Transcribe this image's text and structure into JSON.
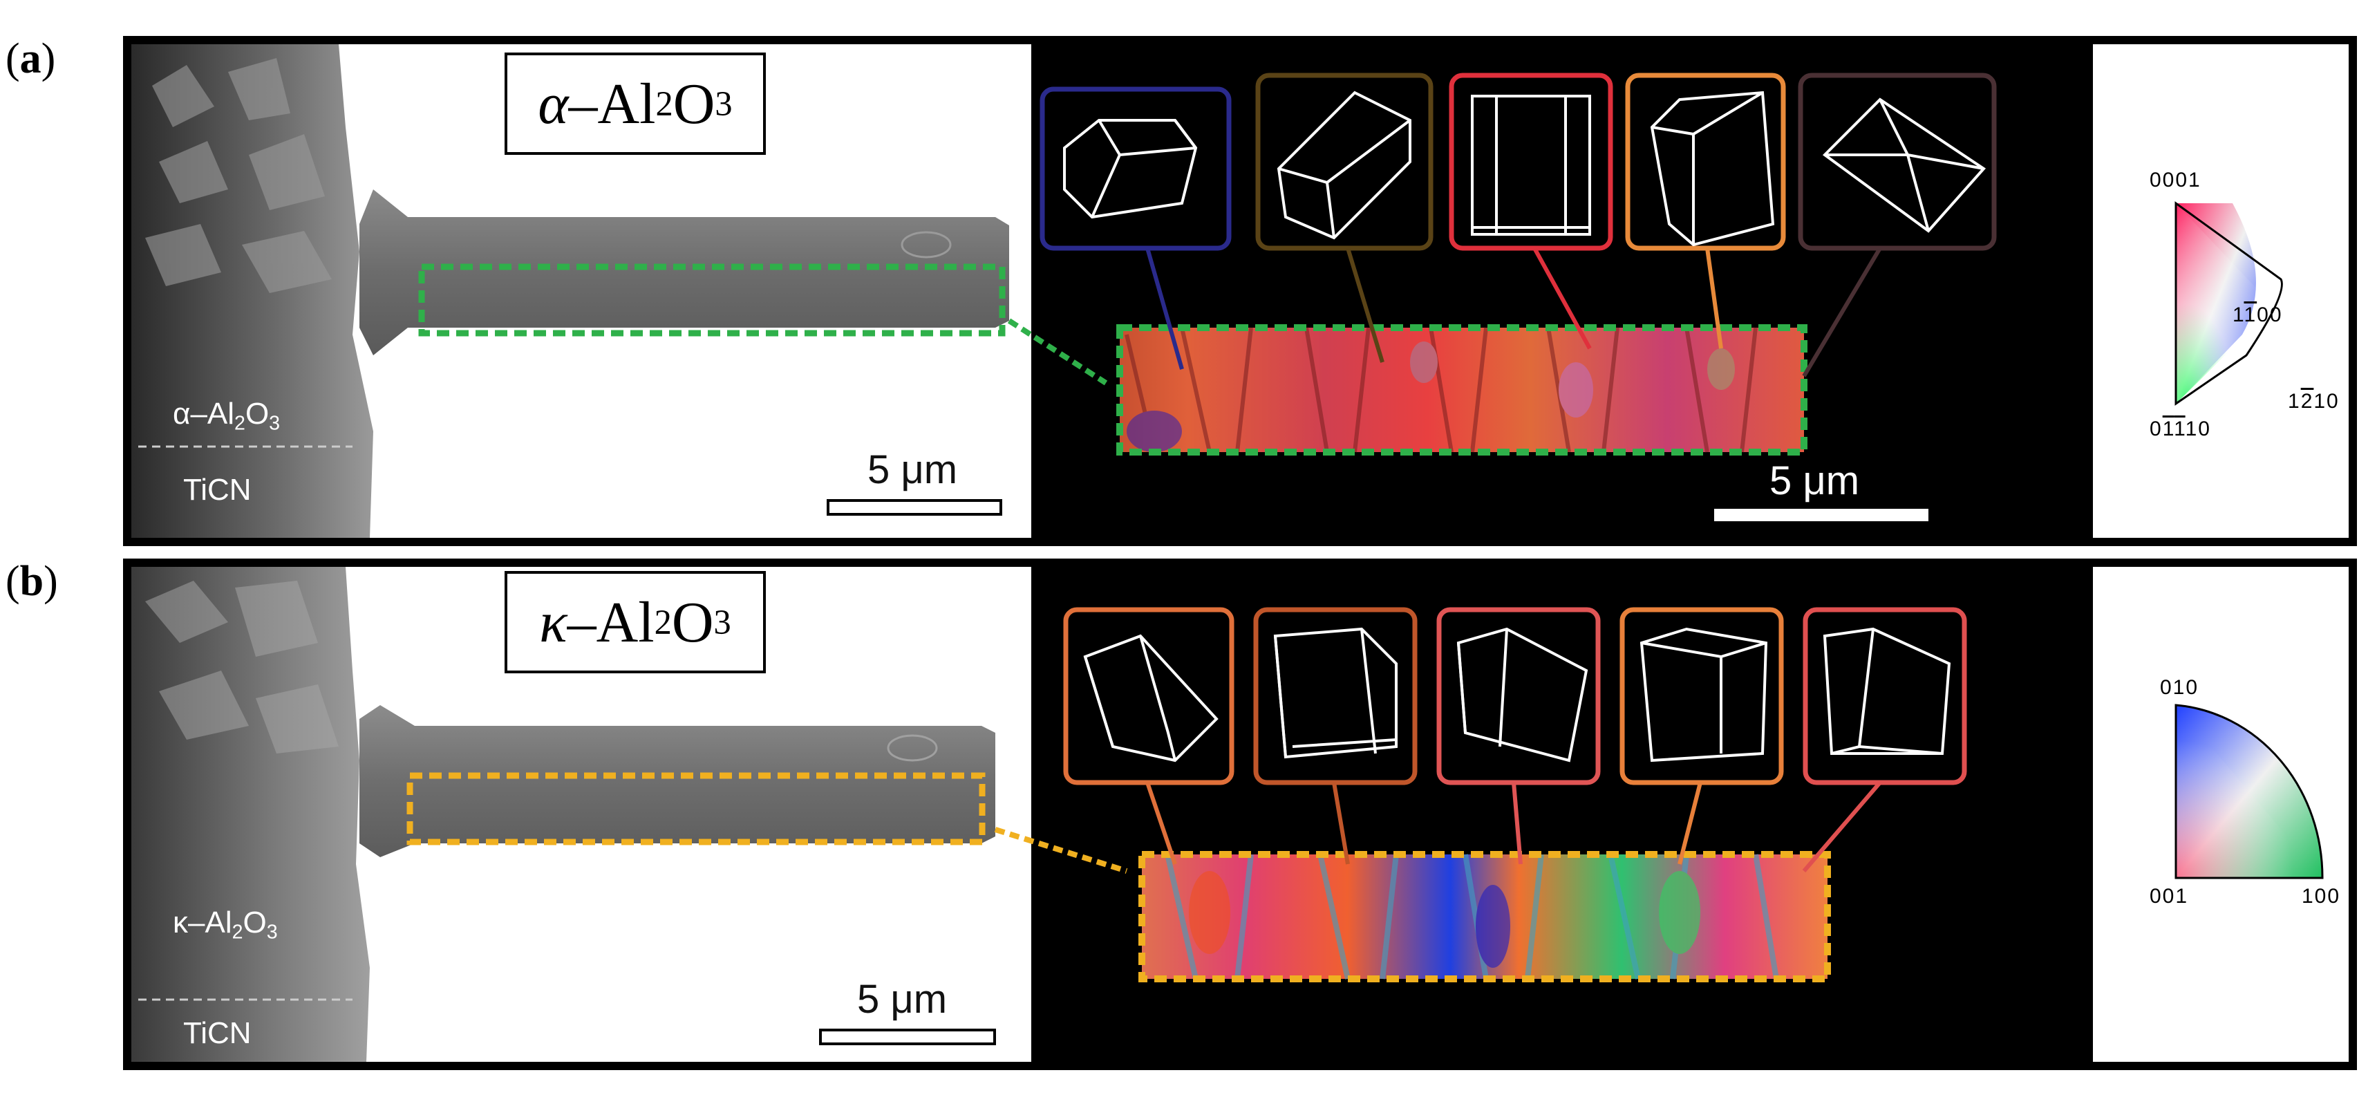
{
  "figure": {
    "panels": [
      {
        "label": "(a)",
        "letter": "a",
        "phase_symbol": "α",
        "title_rest": "–Al",
        "sub2": "2",
        "o": "O",
        "sub3": "3",
        "layer_top": "α–Al",
        "layer_bottom": "TiCN",
        "sem_scale": "5 μm",
        "map_scale": "5 μm",
        "ipf_labels": [
          "0001",
          "1",
          "1",
          "00",
          "0",
          "1",
          "1",
          "10",
          "1",
          "2",
          "10"
        ],
        "ipf": {
          "top": "0001",
          "right_a": "1",
          "right_bar": "1",
          "right_b": "00",
          "bl_a": "0",
          "bl_bar1": "1",
          "bl_bar2": "1",
          "bl_b": "10",
          "br_a": "1",
          "br_bar": "2",
          "br_b": "10"
        },
        "box_colors": [
          "#2a2a8c",
          "#5a4316",
          "#e0303c",
          "#e88a3a",
          "#4a3034"
        ],
        "outline_color": "#2fb04a"
      },
      {
        "label": "(b)",
        "letter": "b",
        "phase_symbol": "κ",
        "title_rest": "–Al",
        "sub2": "2",
        "o": "O",
        "sub3": "3",
        "layer_top": "κ–Al",
        "layer_bottom": "TiCN",
        "sem_scale": "5 μm",
        "ipf": {
          "top": "010",
          "bl": "001",
          "br": "100"
        },
        "box_colors": [
          "#e0703a",
          "#c0562a",
          "#e05555",
          "#e8803a",
          "#e05050"
        ],
        "outline_color": "#f0b020"
      }
    ]
  }
}
